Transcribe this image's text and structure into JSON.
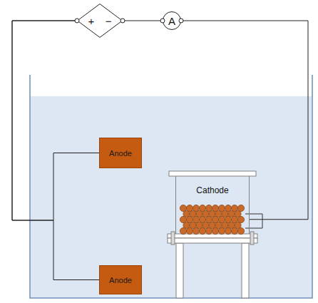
{
  "diagram": {
    "nodes": [
      {
        "text": [
          "+",
          "−"
        ]
      },
      {
        "text": [
          "A"
        ]
      },
      {
        "text": [
          "Anode"
        ]
      },
      {
        "text": [
          "Cathode"
        ]
      },
      {
        "text": [
          "Anode"
        ]
      }
    ],
    "edges": [
      {
        "from": 0,
        "to": 1,
        "arrow": "none"
      },
      {
        "from": 0,
        "to": 2,
        "arrow": "none"
      },
      {
        "from": 0,
        "to": 4,
        "arrow": "none"
      },
      {
        "from": 1,
        "to": 3,
        "arrow": "none"
      }
    ]
  }
}
